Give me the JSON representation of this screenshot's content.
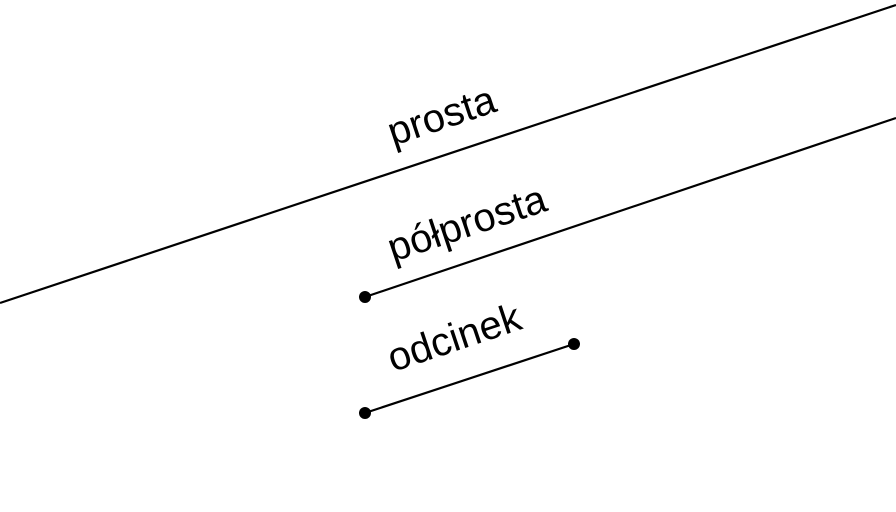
{
  "labels": {
    "line": "prosta",
    "ray": "półprosta",
    "segment": "odcinek"
  },
  "colors": {
    "background": "#ffffff",
    "ink": "#000000"
  }
}
